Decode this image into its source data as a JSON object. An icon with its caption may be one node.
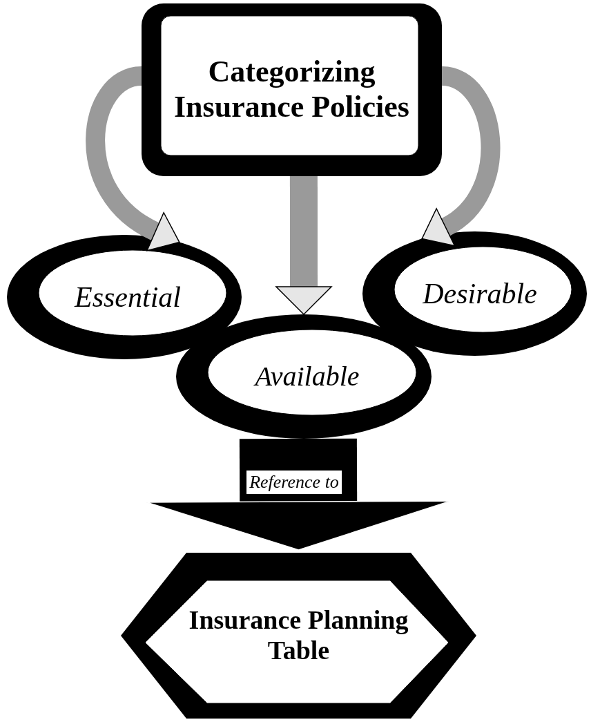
{
  "diagram": {
    "nodes": [
      {
        "text": [
          "Categorizing Insurance Policies"
        ]
      },
      {
        "text": [
          "Essential"
        ]
      },
      {
        "text": [
          "Available"
        ]
      },
      {
        "text": [
          "Desirable"
        ]
      },
      {
        "text": [
          "Insurance Planning Table"
        ]
      }
    ],
    "edges": [
      {
        "from": 0,
        "to": 1,
        "arrow": "to"
      },
      {
        "from": 0,
        "to": 3,
        "arrow": "to"
      },
      {
        "from": 0,
        "to": 2,
        "arrow": "to"
      },
      {
        "from": 2,
        "to": 4,
        "arrow": "to",
        "label": "Reference to",
        "style": "thick",
        "color": "#000000"
      }
    ]
  }
}
